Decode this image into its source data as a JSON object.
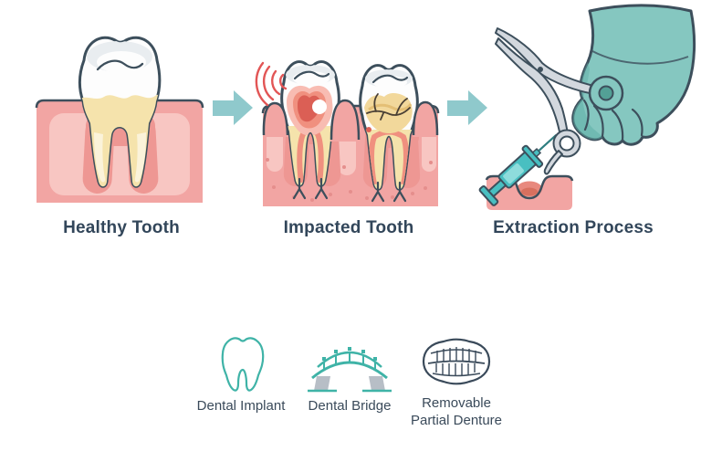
{
  "stages": [
    {
      "id": "healthy-tooth",
      "label": "Healthy Tooth"
    },
    {
      "id": "impacted-tooth",
      "label": "Impacted Tooth"
    },
    {
      "id": "extraction-process",
      "label": "Extraction Process"
    }
  ],
  "arrows": [
    {
      "icon": "right-arrow-icon"
    },
    {
      "icon": "right-arrow-icon"
    }
  ],
  "options": [
    {
      "id": "dental-implant",
      "icon": "tooth-outline-icon",
      "label": "Dental Implant"
    },
    {
      "id": "dental-bridge",
      "icon": "bridge-icon",
      "label": "Dental Bridge"
    },
    {
      "id": "removable-partial-denture",
      "icon": "denture-icon",
      "label": "Removable Partial Denture"
    }
  ],
  "colors": {
    "ink": "#3D4F5C",
    "text": "#32465A",
    "gum_pink": "#F2A5A3",
    "gum_light": "#F8C6C2",
    "gum_socket": "#EE9793",
    "tooth_white": "#FDFDFD",
    "root_cream": "#F5E3AC",
    "inflammation_red": "#DB5F55",
    "alert_red": "#E25555",
    "decay_yellow": "#F2D89B",
    "arrow_teal": "#8FC9CC",
    "glove_teal": "#85C7C0",
    "metal_gray": "#D3D8DE",
    "icon_teal": "#3FB3A7",
    "icon_navy": "#3A4A5A"
  }
}
